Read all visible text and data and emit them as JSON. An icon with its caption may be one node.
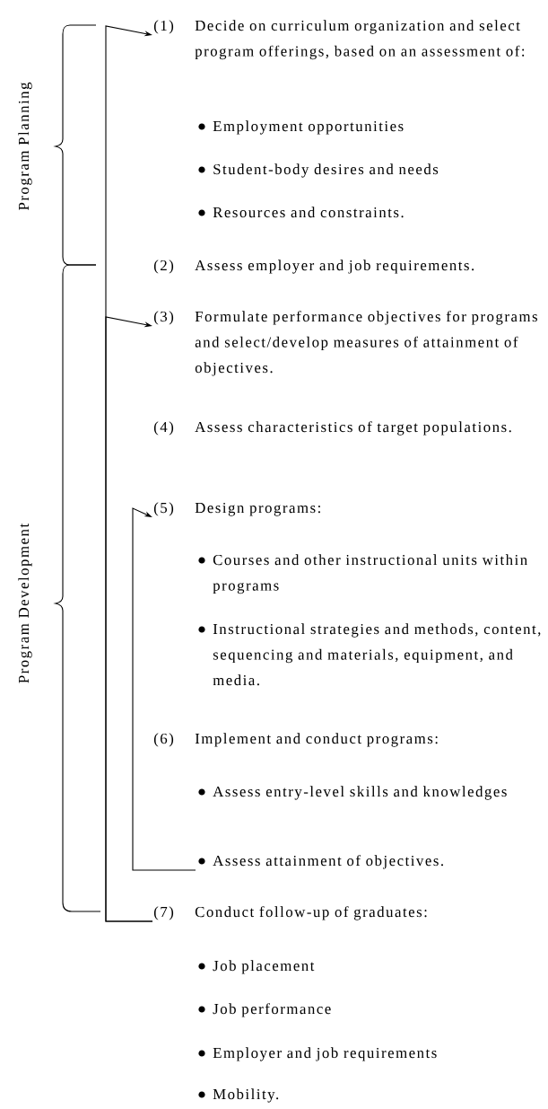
{
  "diagram": {
    "nodes": [
      {
        "text": [
          "(1)",
          "Decide on curriculum organization and select program offerings, based on an assessment of:"
        ]
      },
      {
        "text": [
          "Employment opportunities"
        ]
      },
      {
        "text": [
          "Student-body desires and needs"
        ]
      },
      {
        "text": [
          "Resources and constraints."
        ]
      },
      {
        "text": [
          "(2)",
          "Assess employer and job requirements."
        ]
      },
      {
        "text": [
          "(3)",
          "Formulate performance objectives for programs and select/develop measures of attainment of objectives."
        ]
      },
      {
        "text": [
          "(4)",
          "Assess characteristics of target populations."
        ]
      },
      {
        "text": [
          "(5)",
          "Design programs:"
        ]
      },
      {
        "text": [
          "Courses and other instructional units within programs"
        ]
      },
      {
        "text": [
          "Instructional strategies and methods, content, sequencing and materials, equipment, and media."
        ]
      },
      {
        "text": [
          "(6)",
          "Implement and conduct programs:"
        ]
      },
      {
        "text": [
          "Assess entry-level skills and knowledges"
        ]
      },
      {
        "text": [
          "Assess attainment of objectives."
        ]
      },
      {
        "text": [
          "(7)",
          "Conduct follow-up of graduates:"
        ]
      },
      {
        "text": [
          "Job placement"
        ]
      },
      {
        "text": [
          "Job performance"
        ]
      },
      {
        "text": [
          "Employer and job requirements"
        ]
      },
      {
        "text": [
          "Mobility."
        ]
      }
    ],
    "edges": [
      {
        "from": 13,
        "to": 0,
        "arrow": "to"
      },
      {
        "from": 13,
        "to": 5,
        "arrow": "to"
      },
      {
        "from": 12,
        "to": 7,
        "arrow": "to"
      }
    ],
    "labels": [
      "Program Planning",
      "Program Development"
    ]
  }
}
